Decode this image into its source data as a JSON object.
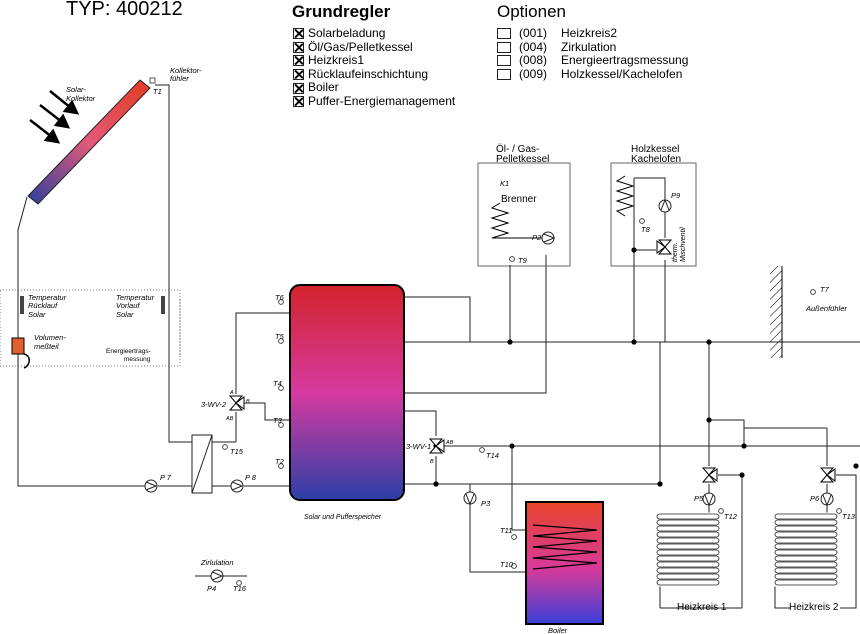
{
  "title": "TYP: 400212",
  "grundregler": {
    "heading": "Grundregler",
    "items": [
      "Solarbeladung",
      "Öl/Gas/Pelletkessel",
      "Heizkreis1",
      "Rücklaufeinschichtung",
      "Boiler",
      "Puffer-Energiemanagement"
    ]
  },
  "optionen": {
    "heading": "Optionen",
    "items": [
      {
        "code": "(001)",
        "label": "Heizkreis2"
      },
      {
        "code": "(004)",
        "label": "Zirkulation"
      },
      {
        "code": "(008)",
        "label": "Energieertragsmessung"
      },
      {
        "code": "(009)",
        "label": "Holzkessel/Kachelofen"
      }
    ]
  },
  "labels": {
    "solar_kollektor_1": "Solar-",
    "solar_kollektor_2": "Kollektor",
    "kollektorfuehler_1": "Kollektor-",
    "kollektorfuehler_2": "fühler",
    "t1": "T1",
    "ruecklauf_1": "Temperatur",
    "ruecklauf_2": "Rücklauf",
    "ruecklauf_3": "Solar",
    "vorlauf_1": "Temperatur",
    "vorlauf_2": "Vorlauf",
    "vorlauf_3": "Solar",
    "volumen_1": "Volumen-",
    "volumen_2": "meßteil",
    "energie_1": "Energieertrags-",
    "energie_2": "messung",
    "oel_1": "Öl- / Gas-",
    "oel_2": "Pelletkessel",
    "k1": "K1",
    "brenner": "Brenner",
    "p2": "P2",
    "t9": "T9",
    "holz_1": "Holzkessel",
    "holz_2": "Kachelofen",
    "p9": "P9",
    "t8": "T8",
    "therm_1": "therm.",
    "therm_2": "Mischventil",
    "t7": "T7",
    "aussen": "Außenfühler",
    "t6": "T6",
    "t5": "T5",
    "t4": "T4",
    "t3": "T3",
    "t2": "T2",
    "wv2": "3-WV-2",
    "wv1": "3-WV-1",
    "ab": "AB",
    "a": "A",
    "b": "B",
    "t15": "T15",
    "t14": "T14",
    "p7": "P 7",
    "p8": "P 8",
    "p3": "P3",
    "speicher": "Solar und Pufferspeicher",
    "t11": "T11",
    "t10": "T10",
    "boiler": "Boiler",
    "p5": "P5",
    "t12": "T12",
    "p6": "P6",
    "t13": "T13",
    "hk1": "Heizkreis 1",
    "hk2": "Heizkreis 2",
    "zirk": "Zirlulation",
    "p4": "P4",
    "t16": "T16"
  },
  "colors": {
    "tank_top": "#d2232a",
    "tank_mid": "#d63aa0",
    "tank_bottom": "#2b3fa6",
    "collector_top": "#e23a1f",
    "collector_bottom": "#2a3f9e"
  }
}
